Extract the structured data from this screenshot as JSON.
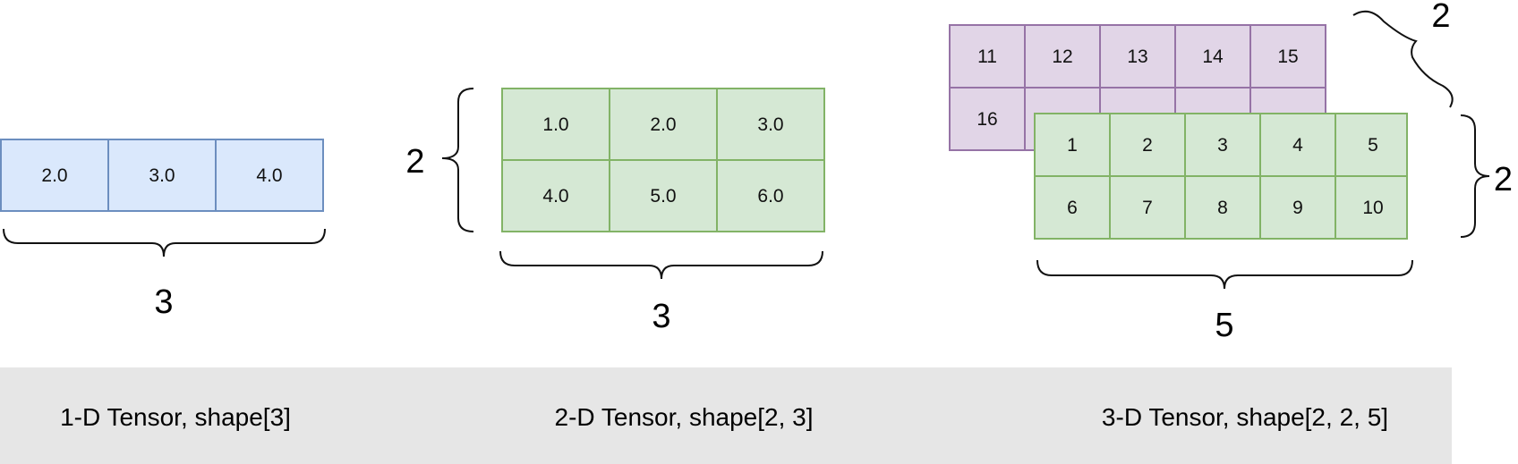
{
  "colors": {
    "blue_fill": "#dae8fc",
    "blue_stroke": "#6c8ebf",
    "green_fill": "#d5e8d4",
    "green_stroke": "#82b366",
    "purple_fill": "#e1d5e7",
    "purple_stroke": "#9673a6",
    "caption_band": "#e6e6e6"
  },
  "tensor_1d": {
    "values": [
      "2.0",
      "3.0",
      "4.0"
    ],
    "dim_label": "3",
    "caption": "1-D Tensor, shape[3]"
  },
  "tensor_2d": {
    "rows": [
      [
        "1.0",
        "2.0",
        "3.0"
      ],
      [
        "4.0",
        "5.0",
        "6.0"
      ]
    ],
    "row_dim_label": "2",
    "col_dim_label": "3",
    "caption": "2-D Tensor, shape[2, 3]"
  },
  "tensor_3d": {
    "back_layer": [
      [
        "11",
        "12",
        "13",
        "14",
        "15"
      ],
      [
        "16",
        "",
        "",
        "",
        ""
      ]
    ],
    "front_layer": [
      [
        "1",
        "2",
        "3",
        "4",
        "5"
      ],
      [
        "6",
        "7",
        "8",
        "9",
        "10"
      ]
    ],
    "depth_dim_label": "2",
    "row_dim_label": "2",
    "col_dim_label": "5",
    "caption": "3-D Tensor, shape[2, 2, 5]"
  }
}
